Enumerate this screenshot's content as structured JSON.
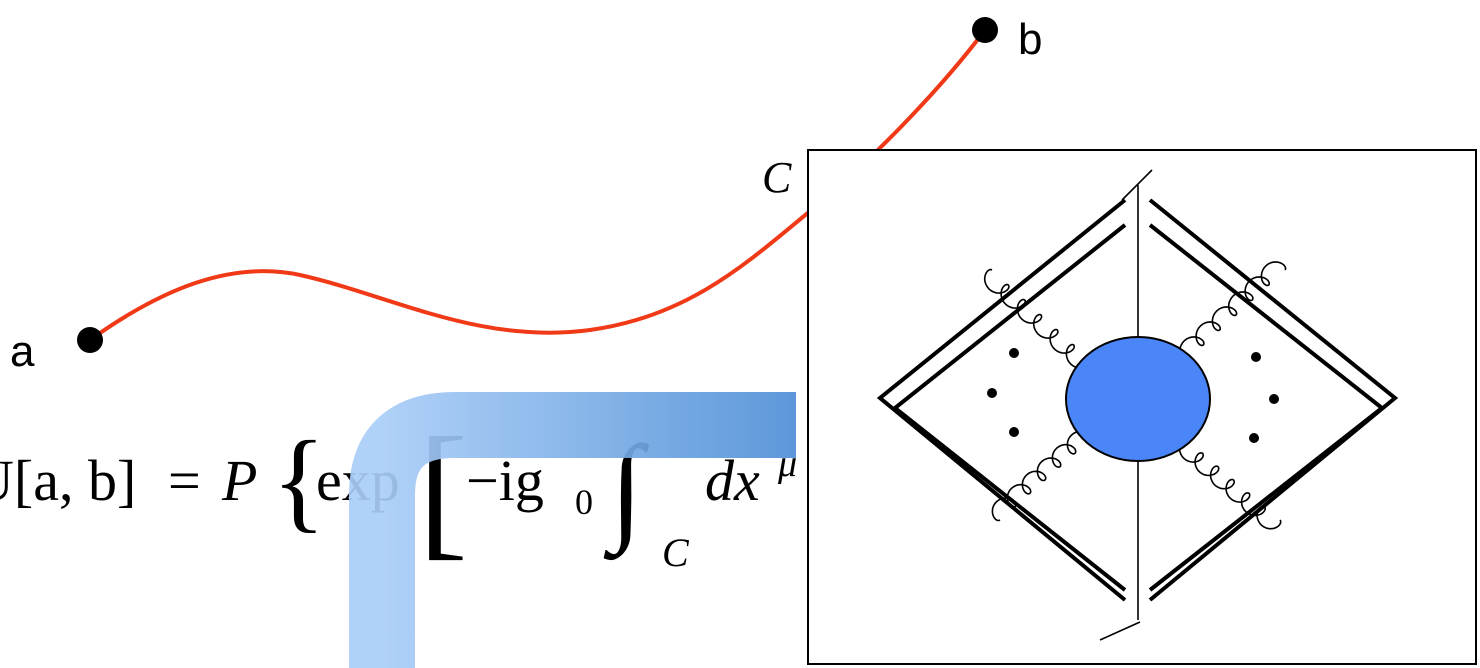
{
  "path": {
    "start_label": "a",
    "end_label": "b",
    "curve_label": "C",
    "curve_color": "#f03a17",
    "point_color": "#000000"
  },
  "formula": {
    "lhs": "U[a, b]",
    "equals": "=",
    "ordering": "P",
    "open_brace": "{",
    "exp_fragment": "exp",
    "open_bracket": "[",
    "term": "−ig",
    "term_sub": "0",
    "integral": "∫",
    "integral_sub": "C",
    "differential": "dx",
    "differential_sup": "μ"
  },
  "arrow": {
    "color_start": "#a9cdf7",
    "color_end": "#4f8fd6"
  },
  "inset": {
    "blob_color": "#4a86f7",
    "border_color": "#000000"
  }
}
